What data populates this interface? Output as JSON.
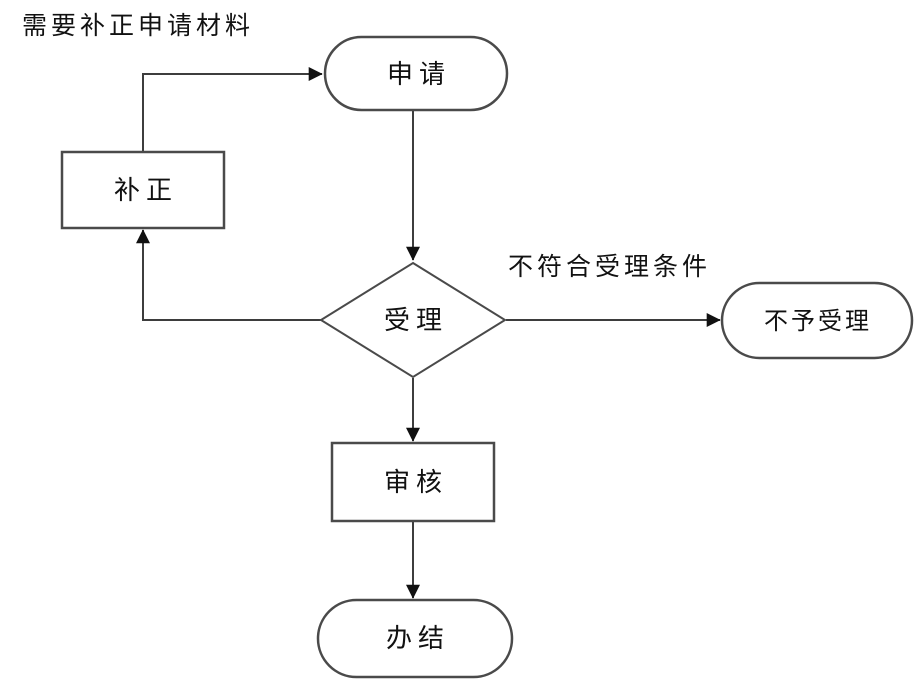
{
  "diagram": {
    "type": "flowchart",
    "background_color": "#ffffff",
    "shape_stroke_color": "#4a4a4a",
    "edge_color": "#3d3d3d",
    "arrow_color": "#111111",
    "text_color": "#111111",
    "annotations": {
      "supplement_note": "需要补正申请材料",
      "reject_condition": "不符合受理条件"
    },
    "nodes": {
      "apply": {
        "label": "申请",
        "shape": "stadium"
      },
      "supplement": {
        "label": "补正",
        "shape": "rect"
      },
      "accept": {
        "label": "受理",
        "shape": "diamond"
      },
      "reject": {
        "label": "不予受理",
        "shape": "stadium"
      },
      "review": {
        "label": "审核",
        "shape": "rect"
      },
      "complete": {
        "label": "办结",
        "shape": "stadium"
      }
    },
    "edges": [
      {
        "from": "apply",
        "to": "accept",
        "label": ""
      },
      {
        "from": "accept",
        "to": "reject",
        "label": "不符合受理条件"
      },
      {
        "from": "accept",
        "to": "review",
        "label": ""
      },
      {
        "from": "review",
        "to": "complete",
        "label": ""
      },
      {
        "from": "accept",
        "to": "supplement",
        "label": "需要补正申请材料"
      },
      {
        "from": "supplement",
        "to": "apply",
        "label": ""
      }
    ]
  }
}
